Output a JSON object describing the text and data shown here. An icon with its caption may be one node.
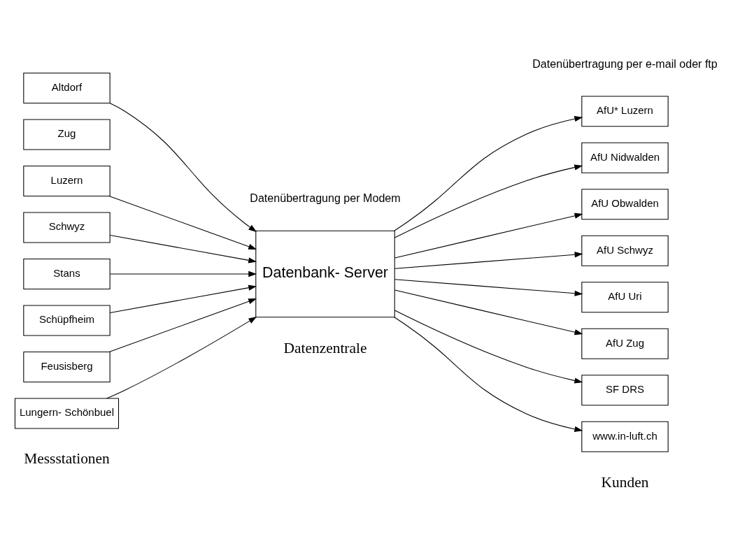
{
  "diagram": {
    "nodes": [
      {
        "text": [
          "Altdorf"
        ]
      },
      {
        "text": [
          "Zug"
        ]
      },
      {
        "text": [
          "Luzern"
        ]
      },
      {
        "text": [
          "Schwyz"
        ]
      },
      {
        "text": [
          "Stans"
        ]
      },
      {
        "text": [
          "Schüpfheim"
        ]
      },
      {
        "text": [
          "Feusisberg"
        ]
      },
      {
        "text": [
          "Lungern- Schönbuel"
        ]
      },
      {
        "text": [
          "Datenbank- Server"
        ]
      },
      {
        "text": [
          "AfU* Luzern"
        ]
      },
      {
        "text": [
          "AfU Nidwalden"
        ]
      },
      {
        "text": [
          "AfU Obwalden"
        ]
      },
      {
        "text": [
          "AfU Schwyz"
        ]
      },
      {
        "text": [
          "AfU Uri"
        ]
      },
      {
        "text": [
          "AfU Zug"
        ]
      },
      {
        "text": [
          "SF DRS"
        ]
      },
      {
        "text": [
          "www.in-luft.ch"
        ]
      }
    ],
    "edges": [
      {
        "from": 0,
        "to": 8,
        "arrow": "to"
      },
      {
        "from": 2,
        "to": 8,
        "arrow": "to"
      },
      {
        "from": 3,
        "to": 8,
        "arrow": "to"
      },
      {
        "from": 4,
        "to": 8,
        "arrow": "to"
      },
      {
        "from": 5,
        "to": 8,
        "arrow": "to"
      },
      {
        "from": 6,
        "to": 8,
        "arrow": "to"
      },
      {
        "from": 7,
        "to": 8,
        "arrow": "to"
      },
      {
        "from": 8,
        "to": 9,
        "arrow": "to"
      },
      {
        "from": 8,
        "to": 10,
        "arrow": "to"
      },
      {
        "from": 8,
        "to": 11,
        "arrow": "to"
      },
      {
        "from": 8,
        "to": 12,
        "arrow": "to"
      },
      {
        "from": 8,
        "to": 13,
        "arrow": "to"
      },
      {
        "from": 8,
        "to": 14,
        "arrow": "to"
      },
      {
        "from": 8,
        "to": 15,
        "arrow": "to"
      },
      {
        "from": 8,
        "to": 16,
        "arrow": "to"
      }
    ],
    "labels": [
      "Datenübertragung per Modem",
      "Datenübertragung per e-mail oder ftp",
      "Messstationen",
      "Datenzentrale",
      "Kunden"
    ]
  }
}
